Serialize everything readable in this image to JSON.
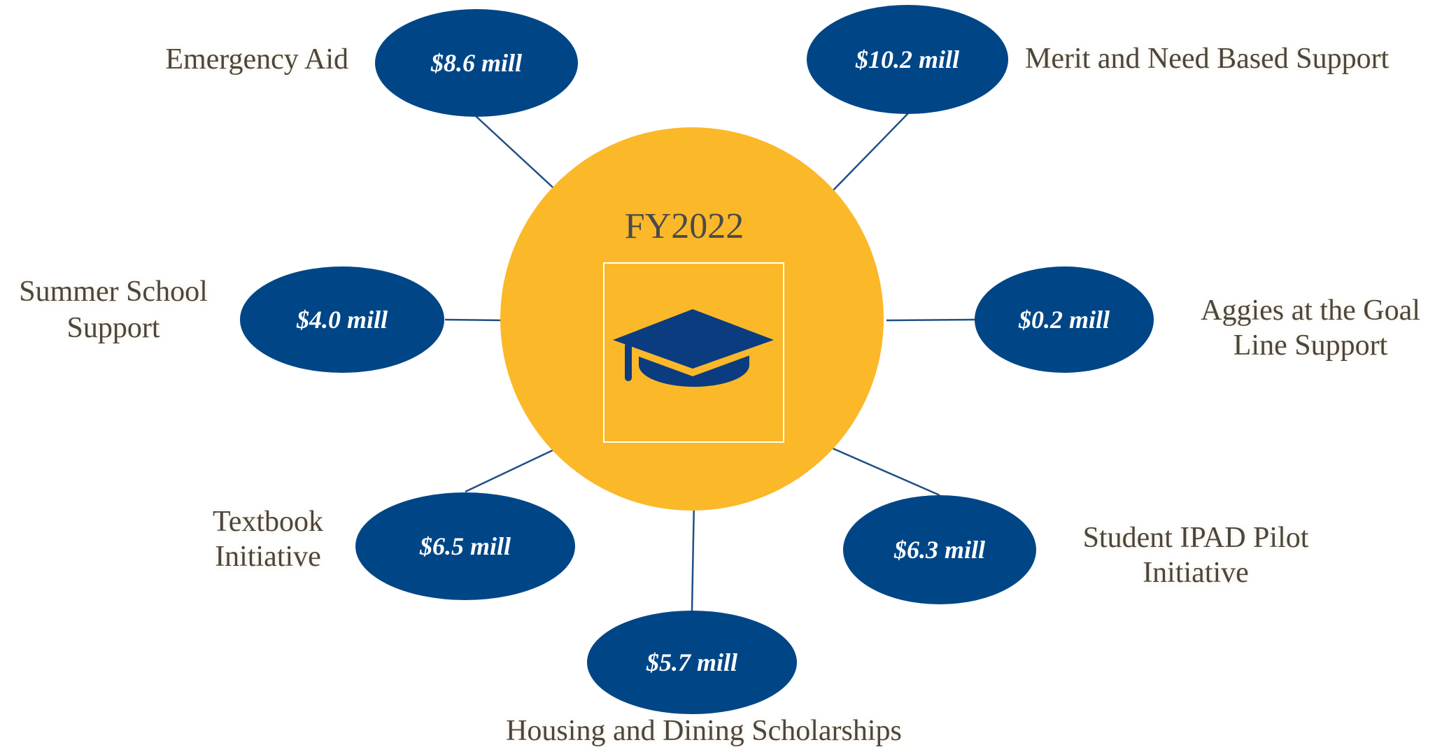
{
  "colors": {
    "center_fill": "#FBB829",
    "node_fill": "#004687",
    "connector": "#1f4f86",
    "icon": "#0b3c80",
    "icon_frame": "#ffffff"
  },
  "center": {
    "title": "FY2022",
    "icon": "graduation-cap-icon"
  },
  "nodes": [
    {
      "id": "emergency-aid",
      "amount": "$8.6 mill",
      "label_lines": [
        "Emergency Aid"
      ]
    },
    {
      "id": "merit-need",
      "amount": "$10.2 mill",
      "label_lines": [
        "Merit and Need Based Support"
      ]
    },
    {
      "id": "summer-school",
      "amount": "$4.0 mill",
      "label_lines": [
        "Summer School",
        "Support"
      ]
    },
    {
      "id": "aggies-goal-line",
      "amount": "$0.2 mill",
      "label_lines": [
        "Aggies at the Goal",
        "Line Support"
      ]
    },
    {
      "id": "textbook",
      "amount": "$6.5 mill",
      "label_lines": [
        "Textbook",
        "Initiative"
      ]
    },
    {
      "id": "student-ipad",
      "amount": "$6.3 mill",
      "label_lines": [
        "Student IPAD Pilot",
        "Initiative"
      ]
    },
    {
      "id": "housing-dining",
      "amount": "$5.7 mill",
      "label_lines": [
        "Housing and Dining Scholarships"
      ]
    }
  ]
}
